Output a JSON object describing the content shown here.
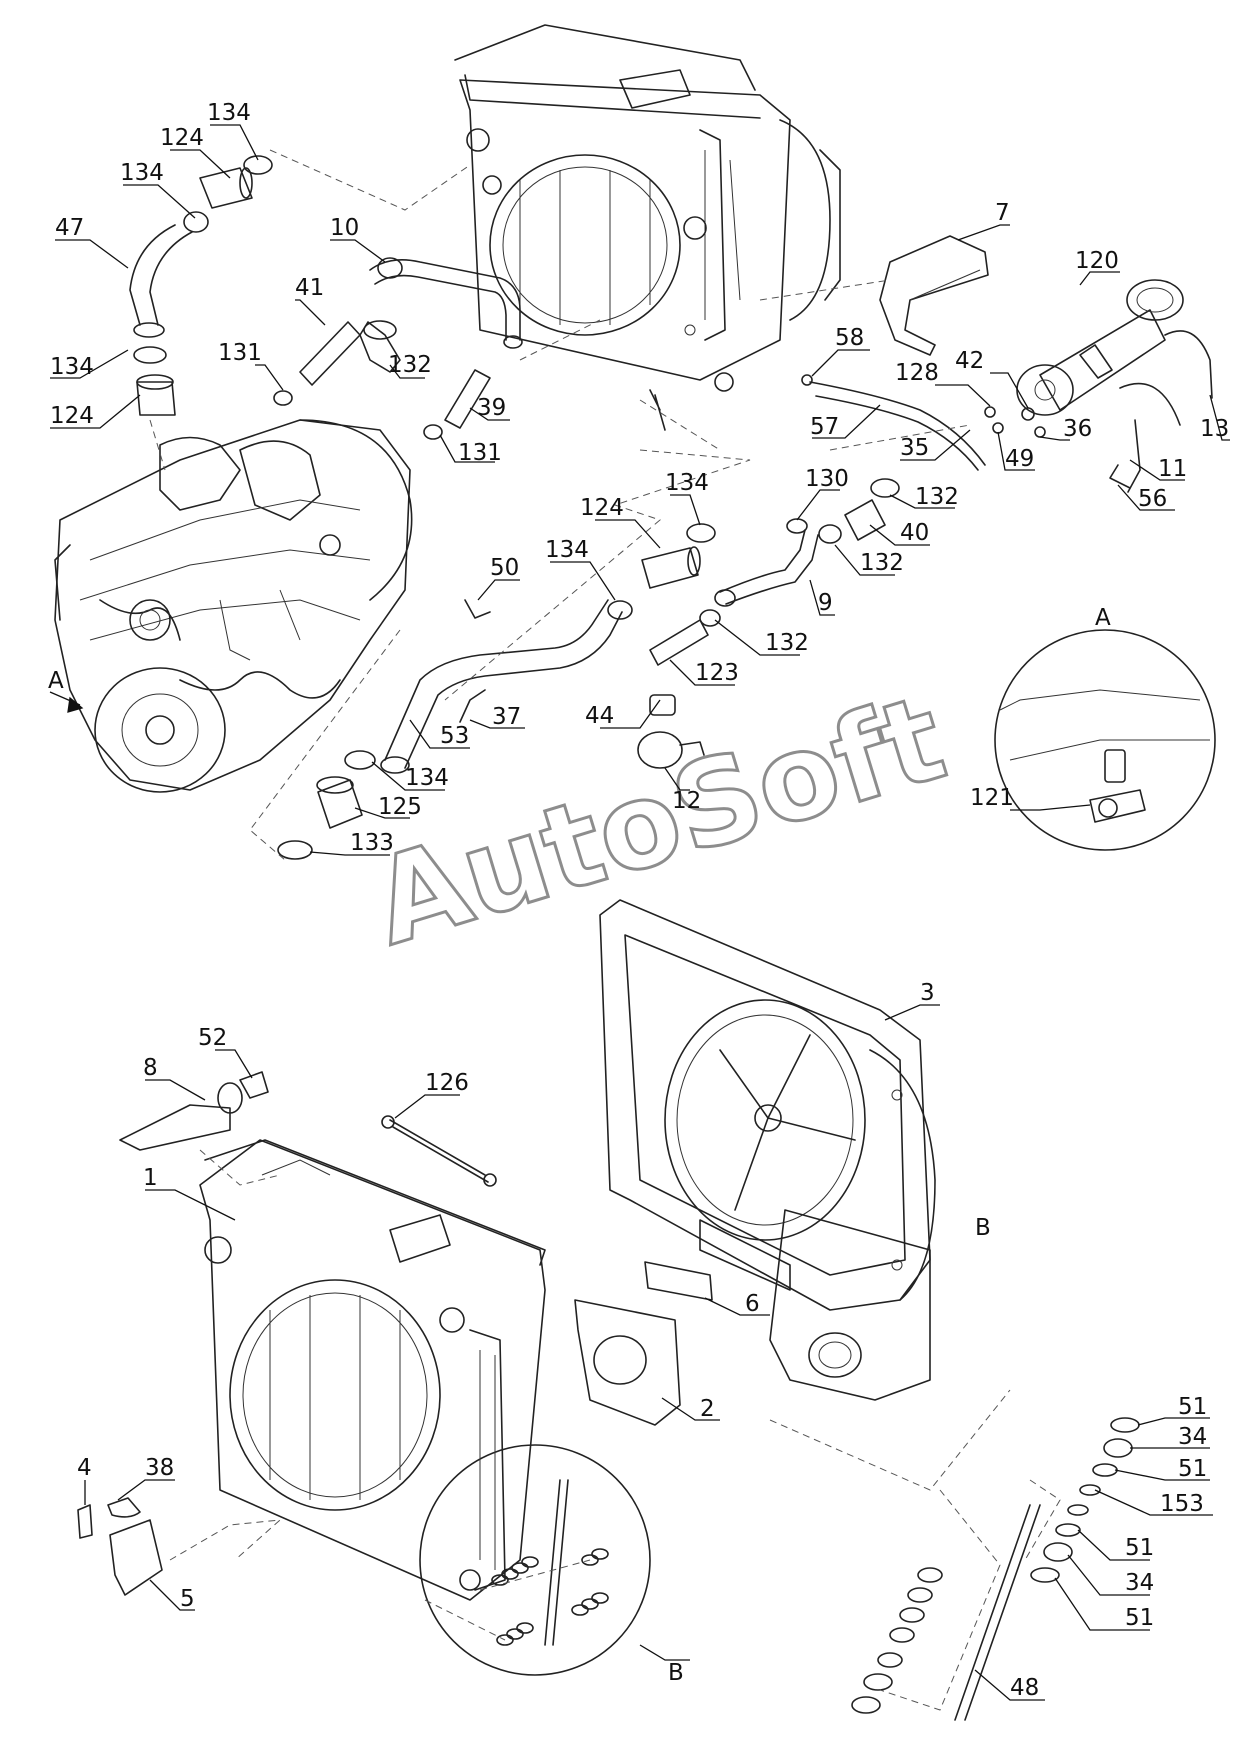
{
  "watermark": "AutoSoft",
  "labels": [
    {
      "id": "l134a",
      "text": "134"
    },
    {
      "id": "l124a",
      "text": "124"
    },
    {
      "id": "l134b",
      "text": "134"
    },
    {
      "id": "l47",
      "text": "47"
    },
    {
      "id": "l10",
      "text": "10"
    },
    {
      "id": "l41",
      "text": "41"
    },
    {
      "id": "l131a",
      "text": "131"
    },
    {
      "id": "l132a",
      "text": "132"
    },
    {
      "id": "l39",
      "text": "39"
    },
    {
      "id": "l131b",
      "text": "131"
    },
    {
      "id": "l134c",
      "text": "134"
    },
    {
      "id": "l124b",
      "text": "124"
    },
    {
      "id": "l7",
      "text": "7"
    },
    {
      "id": "l120",
      "text": "120"
    },
    {
      "id": "l58",
      "text": "58"
    },
    {
      "id": "l128",
      "text": "128"
    },
    {
      "id": "l42",
      "text": "42"
    },
    {
      "id": "l57",
      "text": "57"
    },
    {
      "id": "l36",
      "text": "36"
    },
    {
      "id": "l13",
      "text": "13"
    },
    {
      "id": "l35",
      "text": "35"
    },
    {
      "id": "l49",
      "text": "49"
    },
    {
      "id": "l11",
      "text": "11"
    },
    {
      "id": "l132b",
      "text": "132"
    },
    {
      "id": "l56",
      "text": "56"
    },
    {
      "id": "l134d",
      "text": "134"
    },
    {
      "id": "l130",
      "text": "130"
    },
    {
      "id": "l124c",
      "text": "124"
    },
    {
      "id": "l40",
      "text": "40"
    },
    {
      "id": "l134e",
      "text": "134"
    },
    {
      "id": "l132c",
      "text": "132"
    },
    {
      "id": "l50",
      "text": "50"
    },
    {
      "id": "l9",
      "text": "9"
    },
    {
      "id": "l132d",
      "text": "132"
    },
    {
      "id": "l123",
      "text": "123"
    },
    {
      "id": "lA1",
      "text": "A"
    },
    {
      "id": "lA2",
      "text": "A"
    },
    {
      "id": "l37",
      "text": "37"
    },
    {
      "id": "l44",
      "text": "44"
    },
    {
      "id": "l53",
      "text": "53"
    },
    {
      "id": "l134f",
      "text": "134"
    },
    {
      "id": "l12",
      "text": "12"
    },
    {
      "id": "l121",
      "text": "121"
    },
    {
      "id": "l125",
      "text": "125"
    },
    {
      "id": "l133",
      "text": "133"
    },
    {
      "id": "l3",
      "text": "3"
    },
    {
      "id": "l52",
      "text": "52"
    },
    {
      "id": "l8",
      "text": "8"
    },
    {
      "id": "l126",
      "text": "126"
    },
    {
      "id": "l1",
      "text": "1"
    },
    {
      "id": "l6",
      "text": "6"
    },
    {
      "id": "lB1",
      "text": "B"
    },
    {
      "id": "l2",
      "text": "2"
    },
    {
      "id": "l4",
      "text": "4"
    },
    {
      "id": "l38",
      "text": "38"
    },
    {
      "id": "l51a",
      "text": "51"
    },
    {
      "id": "l34a",
      "text": "34"
    },
    {
      "id": "l51b",
      "text": "51"
    },
    {
      "id": "l153",
      "text": "153"
    },
    {
      "id": "l5",
      "text": "5"
    },
    {
      "id": "l51c",
      "text": "51"
    },
    {
      "id": "l34b",
      "text": "34"
    },
    {
      "id": "l51d",
      "text": "51"
    },
    {
      "id": "lB2",
      "text": "B"
    },
    {
      "id": "l48",
      "text": "48"
    }
  ]
}
